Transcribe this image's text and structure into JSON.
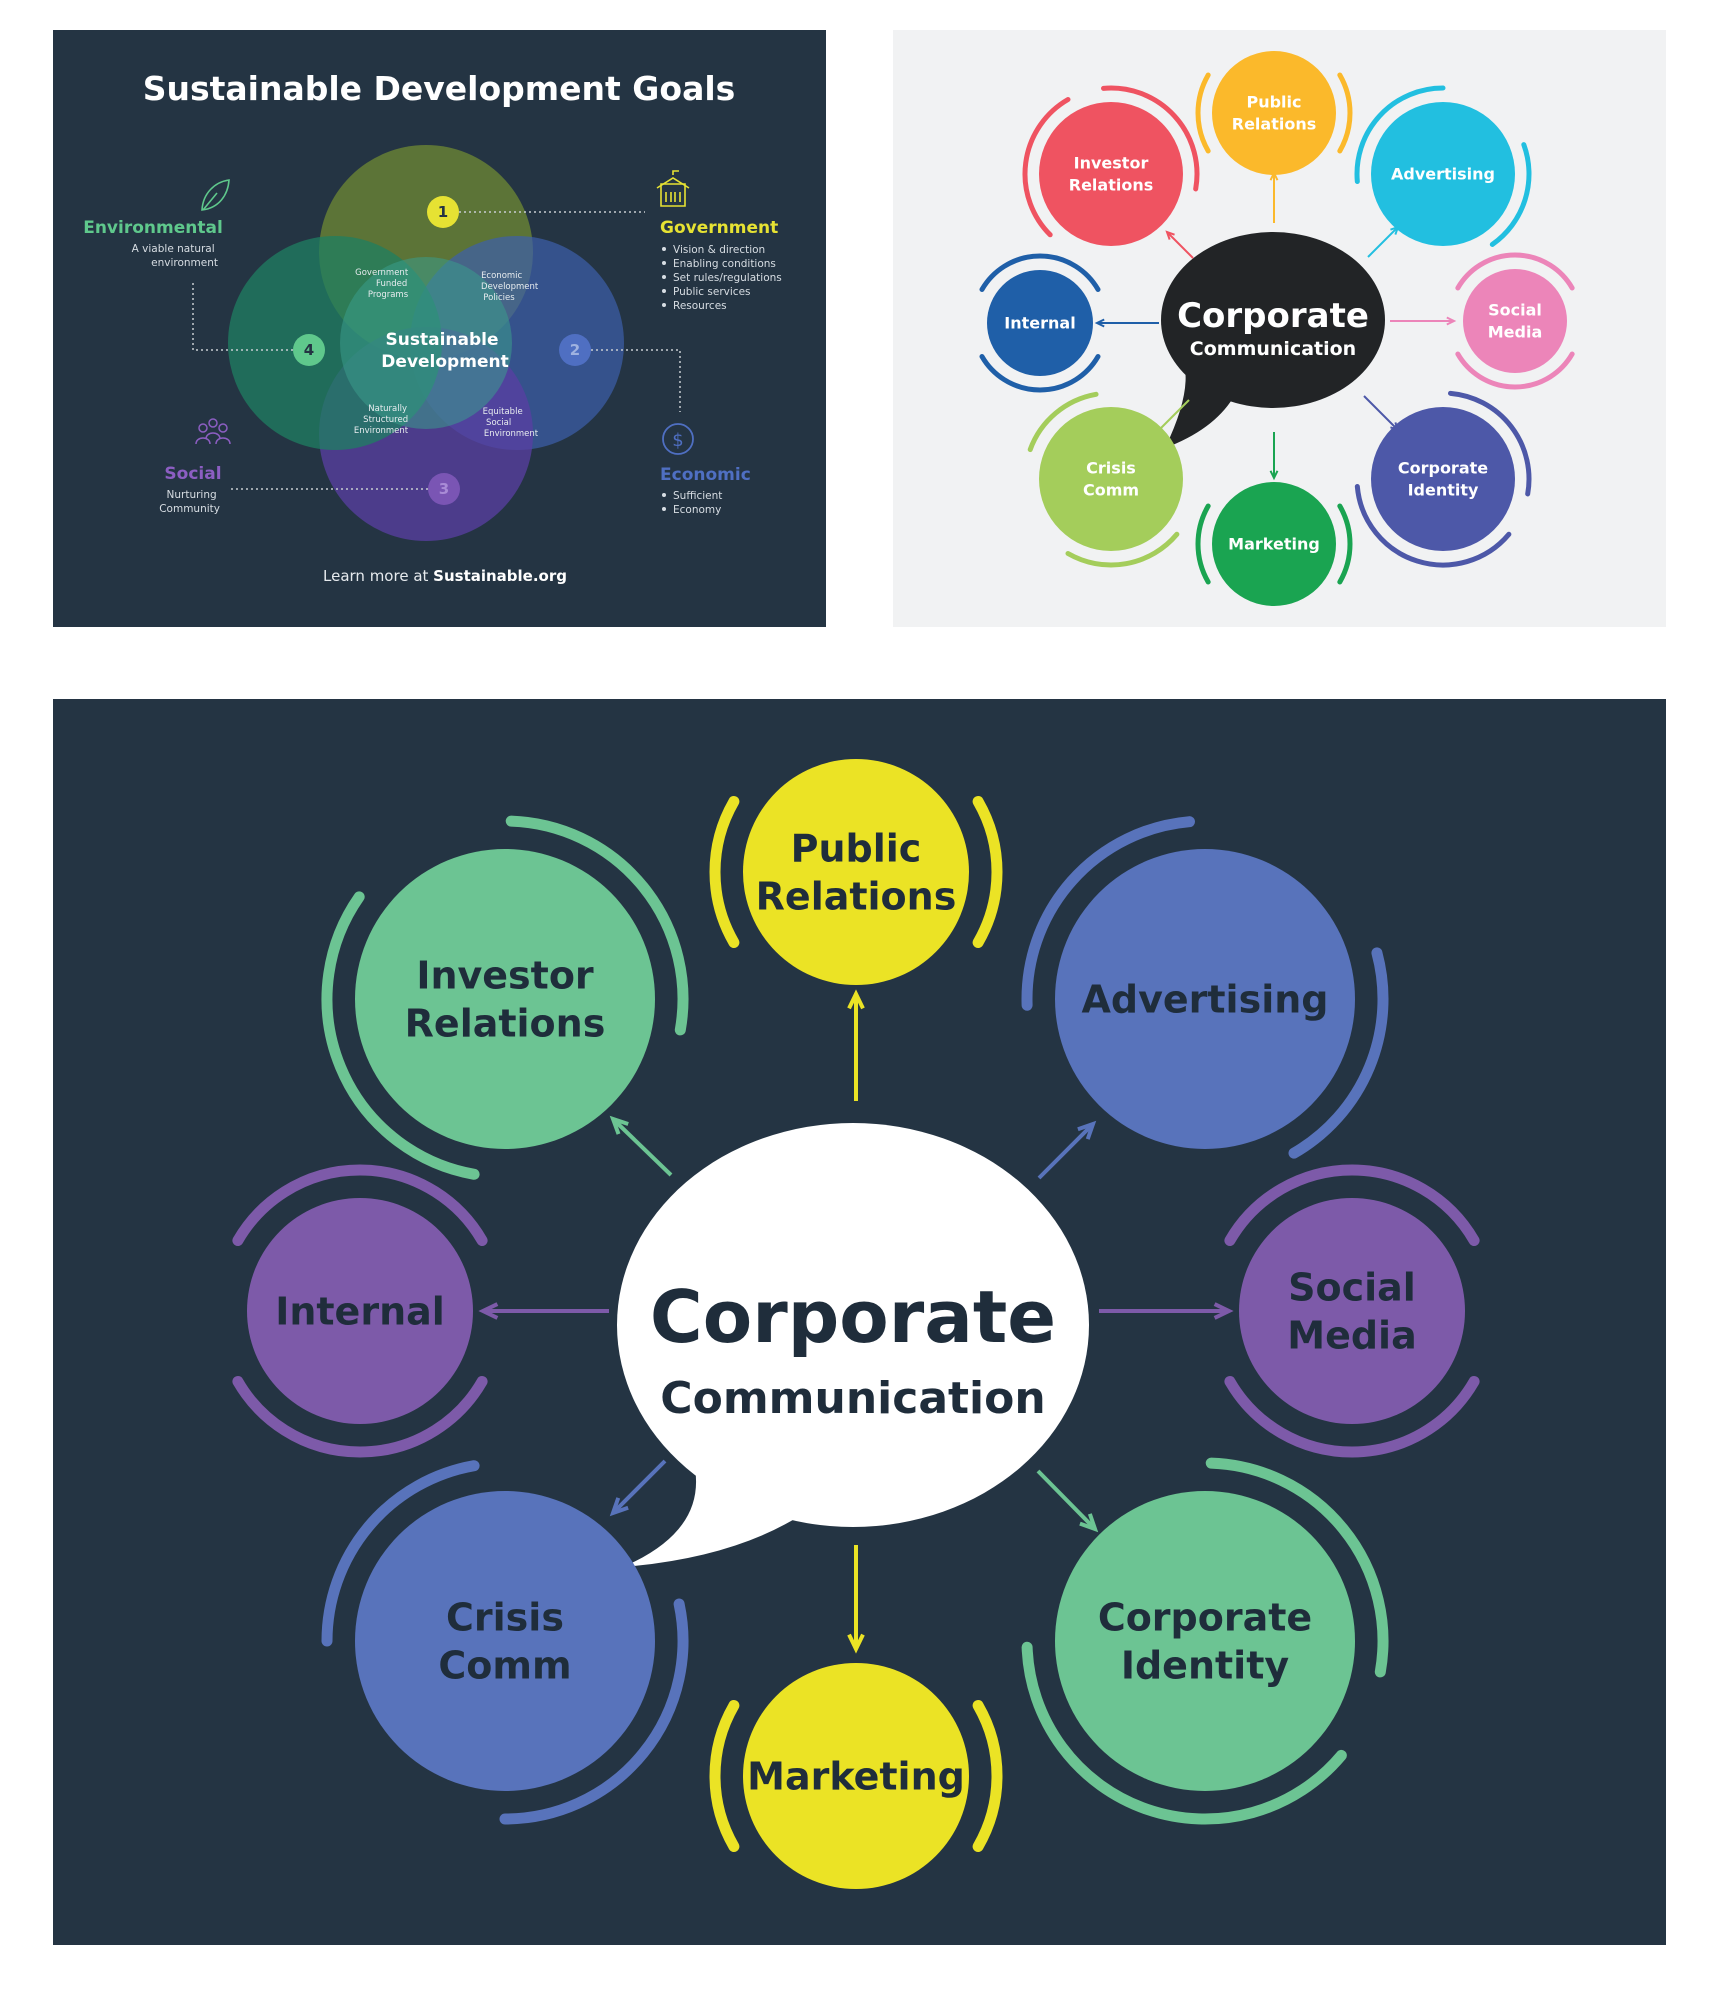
{
  "sdg": {
    "title": "Sustainable Development Goals",
    "center": [
      "Sustainable",
      "Development"
    ],
    "venn_labels": {
      "top_left": [
        "Government",
        "Funded",
        "Programs"
      ],
      "top_right": [
        "Economic",
        "Development",
        "Policies"
      ],
      "bottom_left": [
        "Naturally",
        "Structured",
        "Environment"
      ],
      "bottom_right": [
        "Equitable",
        "Social",
        "Environment"
      ]
    },
    "numbers": [
      "1",
      "2",
      "3",
      "4"
    ],
    "environmental": {
      "label": "Environmental",
      "desc": [
        "A viable natural",
        "environment"
      ],
      "color": "#5fc88c",
      "icon": "leaf-icon"
    },
    "government": {
      "label": "Government",
      "items": [
        "Vision & direction",
        "Enabling conditions",
        "Set rules/regulations",
        "Public services",
        "Resources"
      ],
      "color": "#e6e233",
      "icon": "building-icon"
    },
    "social": {
      "label": "Social",
      "desc": [
        "Nurturing",
        "Community"
      ],
      "color": "#8c5ec2",
      "icon": "people-icon"
    },
    "economic": {
      "label": "Economic",
      "items": [
        "Sufficient",
        "Economy"
      ],
      "color": "#4f6fc2",
      "icon": "dollar-icon"
    },
    "footer_prefix": "Learn more at ",
    "footer_link": "Sustainable.org"
  },
  "cc_light": {
    "center_title": "Corporate",
    "center_subtitle": "Communication",
    "nodes": [
      {
        "lines": [
          "Public",
          "Relations"
        ],
        "color": "#fbb92b"
      },
      {
        "lines": [
          "Advertising"
        ],
        "color": "#22bfe0"
      },
      {
        "lines": [
          "Social",
          "Media"
        ],
        "color": "#ec85b9"
      },
      {
        "lines": [
          "Corporate",
          "Identity"
        ],
        "color": "#4d58a8"
      },
      {
        "lines": [
          "Marketing"
        ],
        "color": "#1aa451"
      },
      {
        "lines": [
          "Crisis",
          "Comm"
        ],
        "color": "#a4cd5b"
      },
      {
        "lines": [
          "Internal"
        ],
        "color": "#1f5fa8"
      },
      {
        "lines": [
          "Investor",
          "Relations"
        ],
        "color": "#ef5361"
      }
    ]
  },
  "cc_dark": {
    "center_title": "Corporate",
    "center_subtitle": "Communication",
    "nodes": [
      {
        "lines": [
          "Public",
          "Relations"
        ],
        "color": "#ebe325"
      },
      {
        "lines": [
          "Advertising"
        ],
        "color": "#5873bb"
      },
      {
        "lines": [
          "Social",
          "Media"
        ],
        "color": "#7d5aa9"
      },
      {
        "lines": [
          "Corporate",
          "Identity"
        ],
        "color": "#6cc493"
      },
      {
        "lines": [
          "Marketing"
        ],
        "color": "#ebe325"
      },
      {
        "lines": [
          "Crisis",
          "Comm"
        ],
        "color": "#5873bb"
      },
      {
        "lines": [
          "Internal"
        ],
        "color": "#7d5aa9"
      },
      {
        "lines": [
          "Investor",
          "Relations"
        ],
        "color": "#6cc493"
      }
    ]
  }
}
